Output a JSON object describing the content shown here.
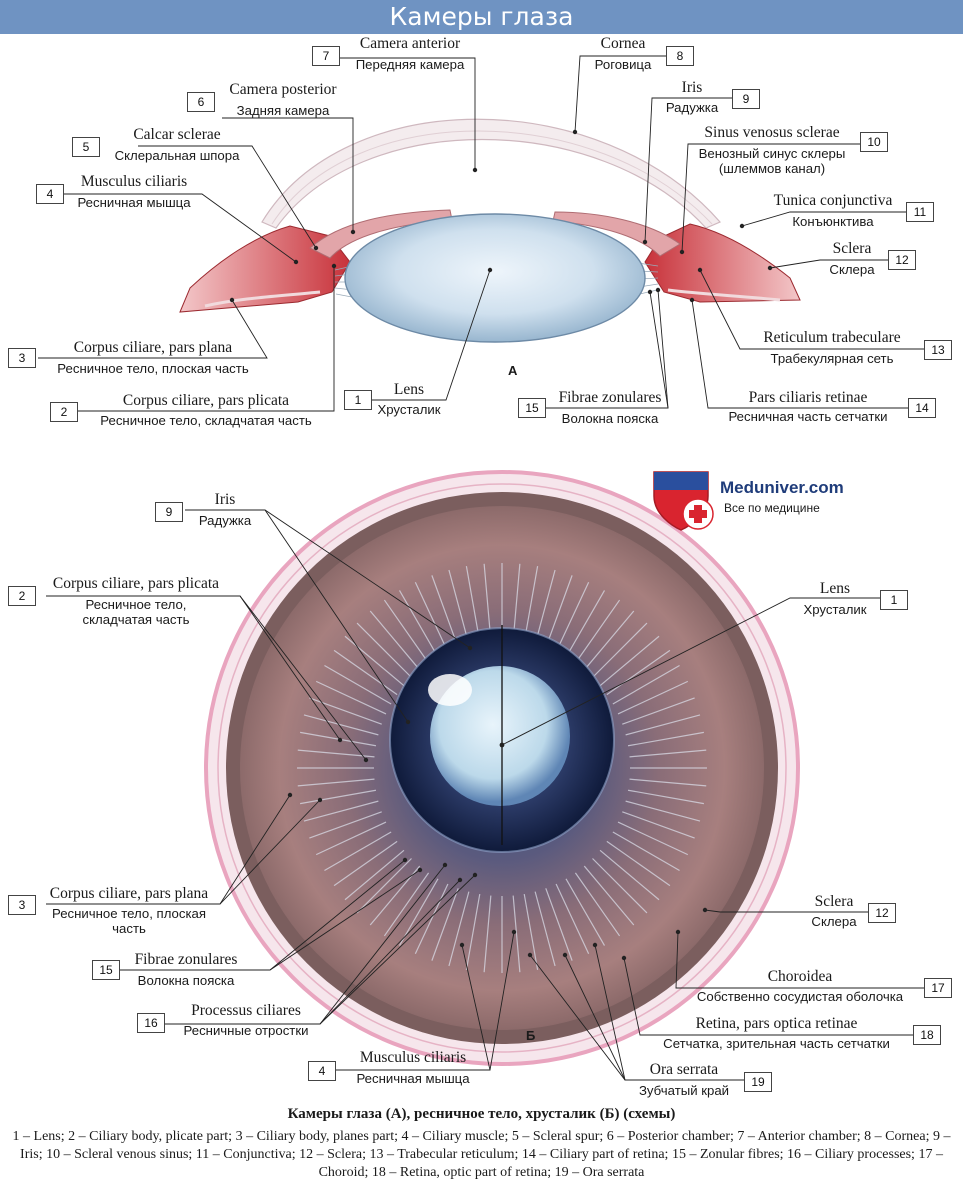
{
  "header": {
    "title": "Камеры глаза"
  },
  "figure_a": {
    "letter": "A",
    "labels": [
      {
        "id": "a7",
        "num": "7",
        "latin": "Camera anterior",
        "russian": "Передняя камера"
      },
      {
        "id": "a8",
        "num": "8",
        "latin": "Cornea",
        "russian": "Роговица"
      },
      {
        "id": "a6",
        "num": "6",
        "latin": "Camera posterior",
        "russian": "Задняя камера"
      },
      {
        "id": "a9",
        "num": "9",
        "latin": "Iris",
        "russian": "Радужка"
      },
      {
        "id": "a5",
        "num": "5",
        "latin": "Calcar sclerae",
        "russian": "Склеральная шпора"
      },
      {
        "id": "a10",
        "num": "10",
        "latin": "Sinus venosus sclerae",
        "russian": "Венозный синус склеры",
        "russian2": "(шлеммов канал)"
      },
      {
        "id": "a4",
        "num": "4",
        "latin": "Musculus ciliaris",
        "russian": "Ресничная мышца"
      },
      {
        "id": "a11",
        "num": "11",
        "latin": "Tunica conjunctiva",
        "russian": "Конъюнктива"
      },
      {
        "id": "a12",
        "num": "12",
        "latin": "Sclera",
        "russian": "Склера"
      },
      {
        "id": "a3",
        "num": "3",
        "latin": "Corpus ciliare, pars plana",
        "russian": "Ресничное тело, плоская часть"
      },
      {
        "id": "a13",
        "num": "13",
        "latin": "Reticulum trabeculare",
        "russian": "Трабекулярная сеть"
      },
      {
        "id": "a1",
        "num": "1",
        "latin": "Lens",
        "russian": "Хрусталик"
      },
      {
        "id": "a15",
        "num": "15",
        "latin": "Fibrae zonulares",
        "russian": "Волокна пояска"
      },
      {
        "id": "a14",
        "num": "14",
        "latin": "Pars ciliaris retinae",
        "russian": "Ресничная часть сетчатки"
      },
      {
        "id": "a2",
        "num": "2",
        "latin": "Corpus ciliare, pars plicata",
        "russian": "Ресничное тело, складчатая часть"
      }
    ]
  },
  "figure_b": {
    "letter": "Б",
    "labels": [
      {
        "id": "b9",
        "num": "9",
        "latin": "Iris",
        "russian": "Радужка"
      },
      {
        "id": "b2",
        "num": "2",
        "latin": "Corpus ciliare, pars plicata",
        "russian": "Ресничное тело,",
        "russian2": "складчатая часть"
      },
      {
        "id": "b1",
        "num": "1",
        "latin": "Lens",
        "russian": "Хрусталик"
      },
      {
        "id": "b3",
        "num": "3",
        "latin": "Corpus ciliare, pars plana",
        "russian": "Ресничное тело, плоская",
        "russian2": "часть"
      },
      {
        "id": "b12",
        "num": "12",
        "latin": "Sclera",
        "russian": "Склера"
      },
      {
        "id": "b15",
        "num": "15",
        "latin": "Fibrae zonulares",
        "russian": "Волокна пояска"
      },
      {
        "id": "b17",
        "num": "17",
        "latin": "Choroidea",
        "russian": "Собственно сосудистая оболочка"
      },
      {
        "id": "b16",
        "num": "16",
        "latin": "Processus ciliares",
        "russian": "Ресничные отростки"
      },
      {
        "id": "b18",
        "num": "18",
        "latin": "Retina, pars optica retinae",
        "russian": "Сетчатка, зрительная часть сетчатки"
      },
      {
        "id": "b4",
        "num": "4",
        "latin": "Musculus ciliaris",
        "russian": "Ресничная мышца"
      },
      {
        "id": "b19",
        "num": "19",
        "latin": "Ora serrata",
        "russian": "Зубчатый край"
      }
    ]
  },
  "logo": {
    "name": "Meduniver.com",
    "tagline": "Все по медицине"
  },
  "caption": {
    "title": "Камеры глаза (А), ресничное тело, хрусталик (Б) (схемы)",
    "legend": "1 – Lens; 2 – Ciliary body, plicate part; 3 – Ciliary body, planes part; 4 – Ciliary muscle; 5 – Scleral spur; 6 – Posterior chamber; 7 – Anterior chamber; 8 – Cornea; 9 – Iris; 10 – Scleral venous sinus; 11 – Conjunctiva; 12 – Sclera; 13 – Trabecular reticulum; 14 – Ciliary part of retina; 15 – Zonular fibres; 16 – Ciliary processes; 17 – Choroid; 18 – Retina, optic part of retina; 19 – Ora serrata"
  }
}
